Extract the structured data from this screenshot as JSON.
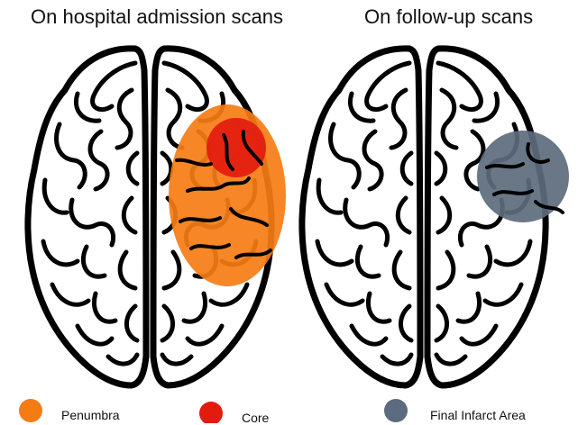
{
  "panels": [
    {
      "title": "On hospital admission scans"
    },
    {
      "title": "On follow-up scans"
    }
  ],
  "legend": [
    {
      "label": "Penumbra",
      "color": "#f57c13"
    },
    {
      "label": "Core",
      "color": "#e31b0f"
    },
    {
      "label": "Final Infarct Area",
      "color": "#5c6b7d"
    }
  ],
  "colors": {
    "outline": "#000000",
    "brain_fill": "#ffffff"
  }
}
